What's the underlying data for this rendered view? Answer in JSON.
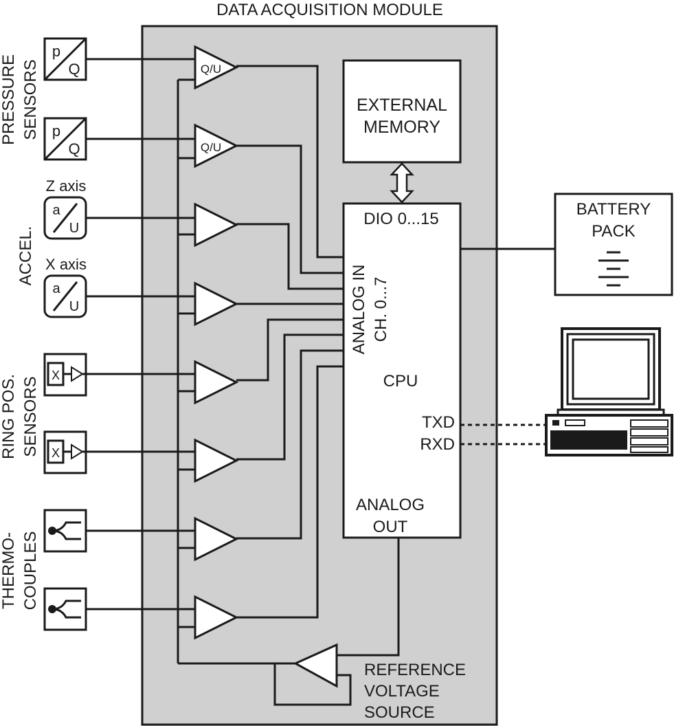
{
  "title": "DATA ACQUISITION MODULE",
  "groups": {
    "pressure": [
      "PRESSURE",
      "SENSORS"
    ],
    "accel": "ACCEL.",
    "ring": [
      "RING POS.",
      "SENSORS"
    ],
    "thermo": [
      "THERMO-",
      "COUPLES"
    ]
  },
  "axes": {
    "z": "Z axis",
    "x": "X axis"
  },
  "sensor_symbols": {
    "pressure_top": "p",
    "pressure_bottom": "Q",
    "accel_top": "a",
    "accel_bottom": "U",
    "ring": "X"
  },
  "amplifier_label": "Q/U",
  "external_memory": [
    "EXTERNAL",
    "MEMORY"
  ],
  "cpu": {
    "dio": "DIO 0...15",
    "analog_in": [
      "ANALOG IN",
      "CH. 0...7"
    ],
    "name": "CPU",
    "txd": "TXD",
    "rxd": "RXD",
    "analog_out": [
      "ANALOG",
      "OUT"
    ]
  },
  "battery": [
    "BATTERY",
    "PACK"
  ],
  "reference": [
    "REFERENCE",
    "VOLTAGE",
    "SOURCE"
  ]
}
